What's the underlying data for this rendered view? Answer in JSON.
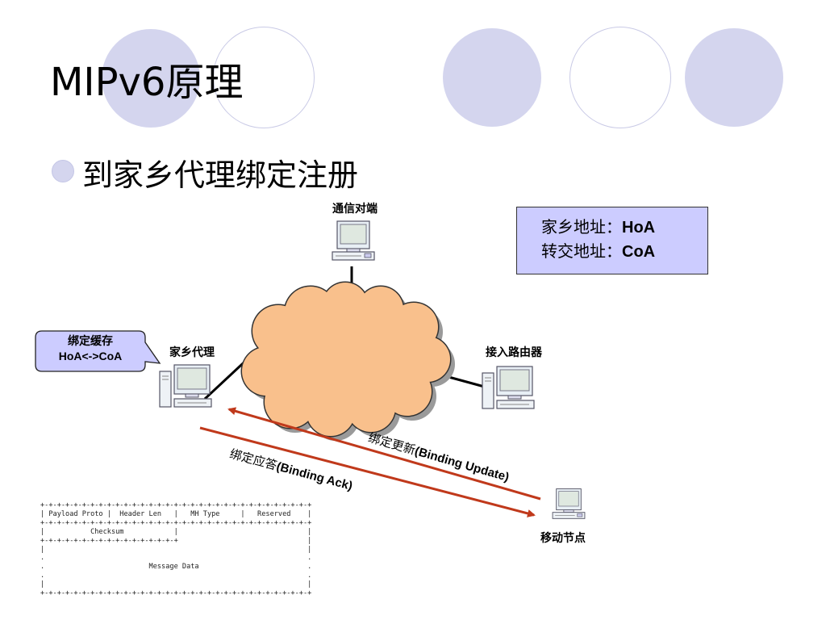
{
  "slide": {
    "title": "MIPv6原理",
    "bullet": "到家乡代理绑定注册"
  },
  "diagram": {
    "nodes": {
      "correspondent": "通信对端",
      "home_agent": "家乡代理",
      "access_router": "接入路由器",
      "mobile_node": "移动节点"
    },
    "legend": {
      "line1_label": "家乡地址：",
      "line1_value": "HoA",
      "line2_label": "转交地址：",
      "line2_value": "CoA"
    },
    "callout": {
      "line1": "绑定缓存",
      "line2": "HoA<->CoA"
    },
    "arrows": {
      "update_cn": "绑定更新",
      "update_en": "(Binding Update)",
      "ack_cn": "绑定应答",
      "ack_en": "(Binding Ack)"
    },
    "message_format": {
      "border": "+-+-+-+-+-+-+-+-+-+-+-+-+-+-+-+-+-+-+-+-+-+-+-+-+-+-+-+-+-+-+-+-+",
      "row1": "| Payload Proto |  Header Len   |   MH Type     |   Reserved    |",
      "row2": "|           Checksum            |                               |",
      "border_half": "+-+-+-+-+-+-+-+-+-+-+-+-+-+-+-+-+                               |",
      "row_pipe": "|                                                               |",
      "row_dot": ".                                                               .",
      "row_data": ".                         Message Data                          ."
    },
    "colors": {
      "circle_fill": "#d4d5ee",
      "cloud_fill": "#f9c08c",
      "arrow": "#c0391b",
      "legend_bg": "#ccccff",
      "callout_bg": "#ccccff"
    }
  }
}
